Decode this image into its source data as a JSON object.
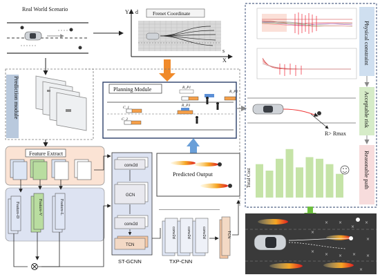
{
  "scenario": {
    "title": "Real World Scenario",
    "prediction_label": "Prediction module"
  },
  "frenet": {
    "title": "Frenet Coordinate",
    "axis_y": "Y",
    "axis_d": "d",
    "axis_s": "s",
    "axis_x": "X"
  },
  "planning": {
    "title": "Planning Module",
    "labels": [
      "R_P1",
      "R_P2",
      "R_P3",
      "C_1",
      "C_2"
    ]
  },
  "prediction": {
    "output_label": "Predicted Output"
  },
  "feature_extract": {
    "title": "Feature Extract",
    "features": [
      "Feature-D",
      "Feature-V",
      "Feature-L"
    ]
  },
  "st_gcnn": {
    "label": "ST-GCNN",
    "blocks": [
      "conv2d",
      "GCN",
      "conv2d",
      "TCN"
    ]
  },
  "txp_cnn": {
    "label": "TXP-CNN",
    "blocks": [
      "conv2d",
      "conv2d",
      "conv2d"
    ],
    "tcn": "TCN"
  },
  "constraints": {
    "physical": "Physical constraint",
    "risk": "Acceptable risk",
    "reasonable": "Reasonable path",
    "r_label": "R> Rmax",
    "cost_label": "Total  Cost"
  },
  "chart_data": [
    {
      "type": "bar",
      "ylabel": "Total  Cost",
      "values": [
        0.62,
        0.5,
        0.72,
        0.9,
        0.56,
        0.75,
        0.72,
        0.62,
        0.44
      ]
    }
  ],
  "colors": {
    "feature_bg": "#fbe3d4",
    "st_gcnn_bg": "#dde3f2",
    "orange_arrow": "#f08a2a",
    "blue_arrow": "#6a9fd8",
    "green_arrow": "#6dbf3e",
    "bar_green": "#c5e3a7",
    "side_physical": "#cfdff0",
    "side_risk": "#d6ecc8",
    "side_reasonable": "#f7dcdc",
    "grid_dark": "#3a3a3a"
  }
}
